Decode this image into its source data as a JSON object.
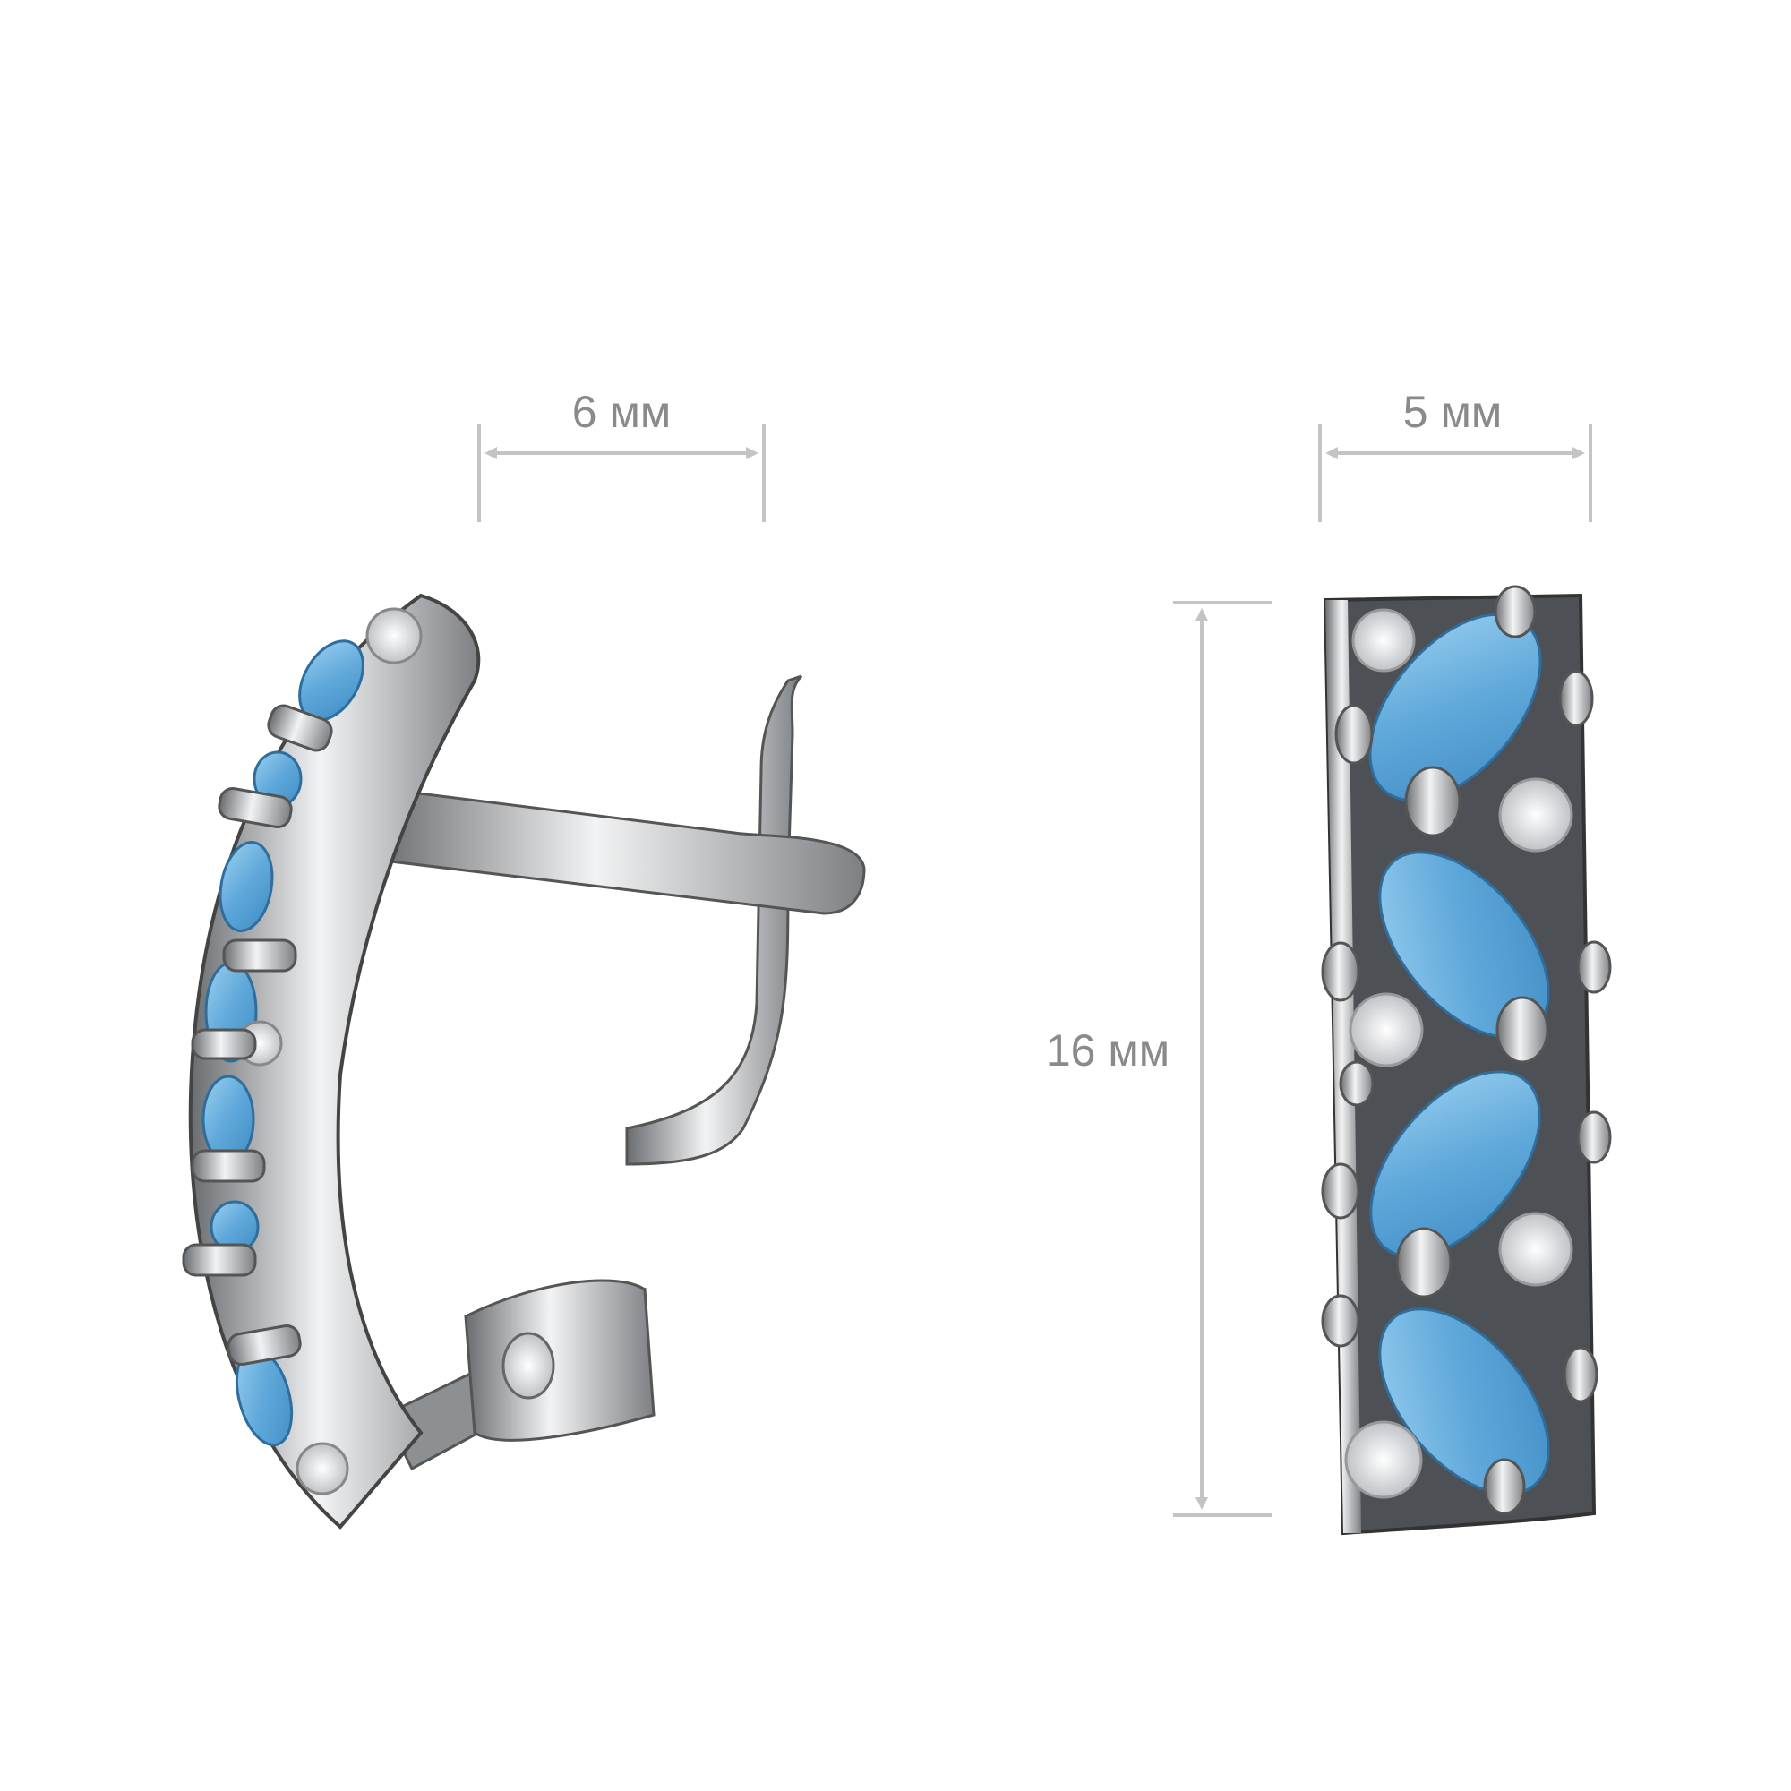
{
  "dimensions": {
    "width_side": "6 мм",
    "width_front": "5 мм",
    "height_front": "16 мм"
  },
  "colors": {
    "dimension_text": "#8a8a8a",
    "dimension_line": "#c4c4c4",
    "metal": "#c9cbcd",
    "metal_dark": "#5a5d60",
    "blue_stone": "#6fb3e0",
    "white_stone": "#eef0f2"
  }
}
